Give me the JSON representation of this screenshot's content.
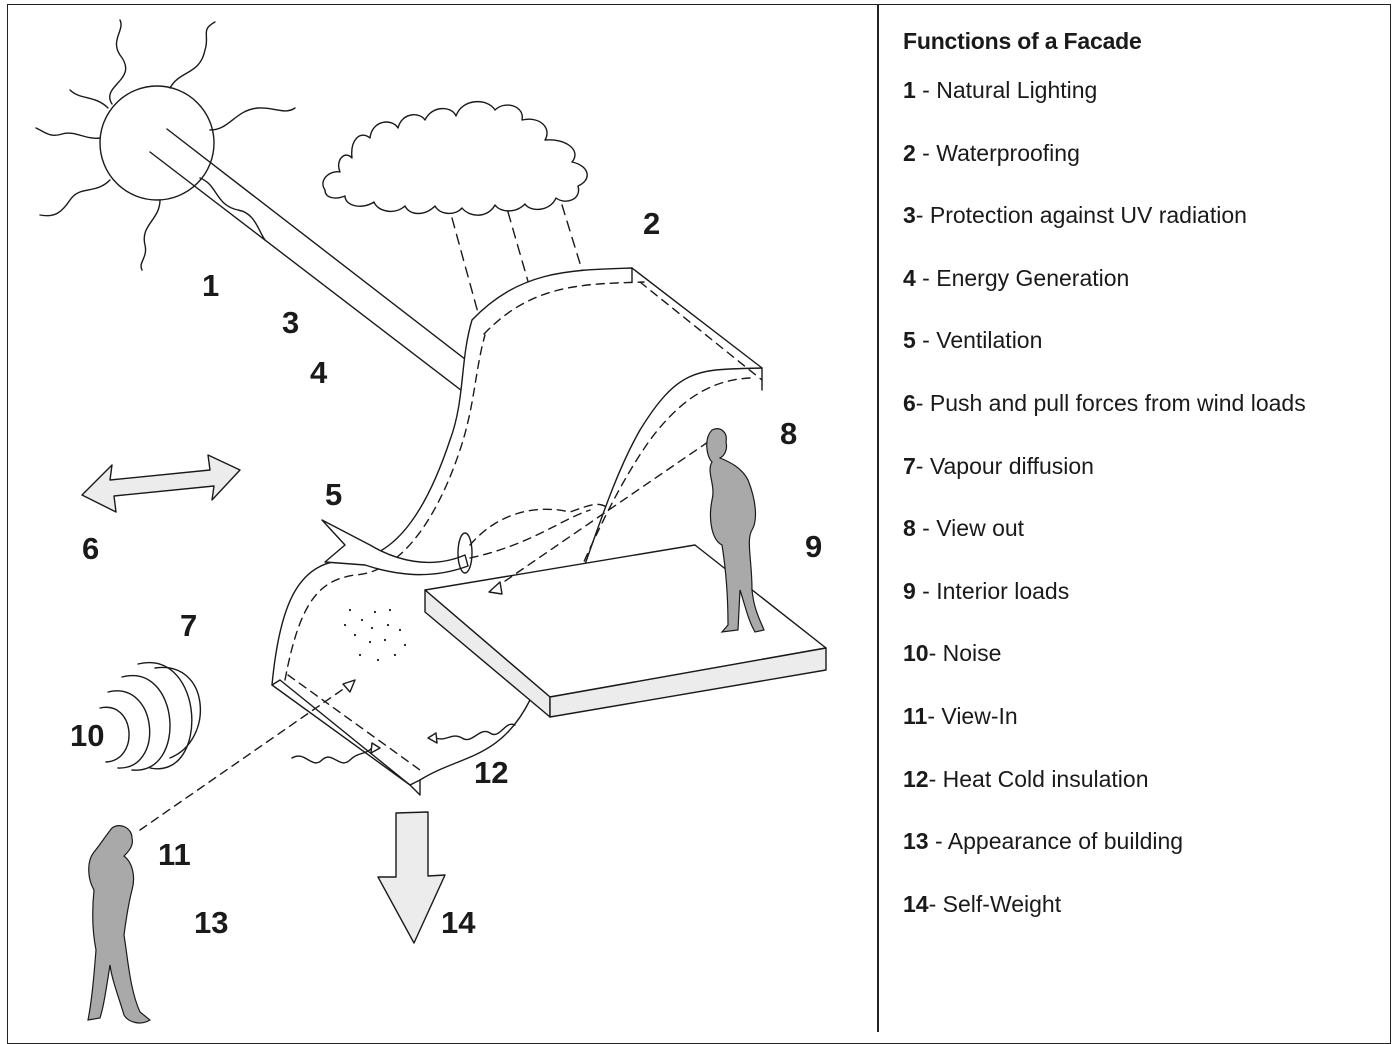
{
  "legend": {
    "title": "Functions of a Facade",
    "items": [
      {
        "num": "1",
        "sep": " - ",
        "text": "Natural Lighting"
      },
      {
        "num": "2",
        "sep": " - ",
        "text": "Waterproofing"
      },
      {
        "num": "3",
        "sep": "- ",
        "text": "Protection against UV radiation"
      },
      {
        "num": "4",
        "sep": " - ",
        "text": "Energy Generation"
      },
      {
        "num": "5",
        "sep": " - ",
        "text": "Ventilation"
      },
      {
        "num": "6",
        "sep": "- ",
        "text": "Push and pull forces from wind loads"
      },
      {
        "num": "7",
        "sep": "- ",
        "text": "Vapour diffusion"
      },
      {
        "num": "8",
        "sep": " - ",
        "text": "View out"
      },
      {
        "num": "9",
        "sep": " - ",
        "text": "Interior loads"
      },
      {
        "num": "10",
        "sep": "- ",
        "text": "Noise"
      },
      {
        "num": "11",
        "sep": "- ",
        "text": "View-In"
      },
      {
        "num": "12",
        "sep": "- ",
        "text": "Heat Cold insulation"
      },
      {
        "num": "13",
        "sep": " - ",
        "text": "Appearance of building"
      },
      {
        "num": "14",
        "sep": "- ",
        "text": "Self-Weight"
      }
    ]
  },
  "diagram": {
    "labels": {
      "n1": "1",
      "n2": "2",
      "n3": "3",
      "n4": "4",
      "n5": "5",
      "n6": "6",
      "n7": "7",
      "n8": "8",
      "n9": "9",
      "n10": "10",
      "n11": "11",
      "n12": "12",
      "n13": "13",
      "n14": "14"
    }
  },
  "colors": {
    "stroke": "#1a1a1a",
    "fill_gray": "#e6e6e6",
    "silhouette": "#a9a9a9"
  }
}
